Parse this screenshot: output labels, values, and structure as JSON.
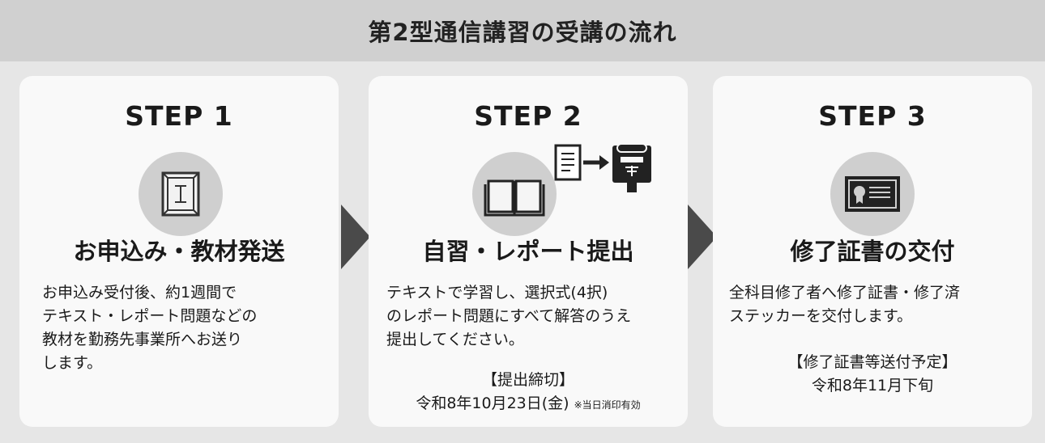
{
  "header": {
    "title": "第2型通信講習の受講の流れ"
  },
  "steps": [
    {
      "label": "STEP 1",
      "heading": "お申込み・教材発送",
      "description": "お申込み受付後、約1週間で\nテキスト・レポート問題などの\n教材を勤務先事業所へお送り\nします。",
      "icon": "envelope-icon"
    },
    {
      "label": "STEP 2",
      "heading": "自習・レポート提出",
      "description": "テキストで学習し、選択式(4択)\nのレポート問題にすべて解答のうえ\n提出してください。",
      "note_title": "【提出締切】",
      "note_date": "令和8年10月23日(金)",
      "note_small": "※当日消印有効",
      "icon": "open-book-icon"
    },
    {
      "label": "STEP 3",
      "heading": "修了証書の交付",
      "description": "全科目修了者へ修了証書・修了済\nステッカーを交付します。",
      "note_title": "【修了証書等送付予定】",
      "note_date": "令和8年11月下旬",
      "icon": "certificate-icon"
    }
  ],
  "colors": {
    "header_bg": "#d0d0d0",
    "page_bg": "#e6e6e6",
    "card_bg": "#f9f9f9",
    "icon_circle": "#cfcfcf",
    "arrow": "#4a4a4a"
  }
}
